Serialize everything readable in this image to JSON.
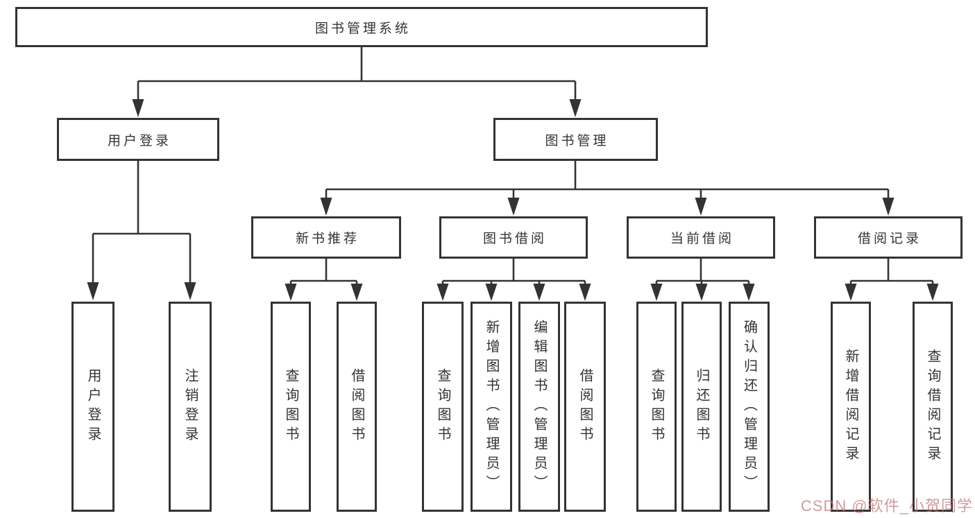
{
  "diagram_title": "图书管理系统",
  "nodes": {
    "root": "图书管理系统",
    "user_login": "用户登录",
    "book_mgmt": "图书管理",
    "new_book_rec": "新书推荐",
    "book_borrow": "图书借阅",
    "current_borrow": "当前借阅",
    "borrow_record": "借阅记录",
    "leaf_user_login": "用户登录",
    "leaf_logout": "注销登录",
    "leaf_nbr_query": "查询图书",
    "leaf_nbr_borrow": "借阅图书",
    "leaf_bb_query": "查询图书",
    "leaf_bb_add": "新增图书（管理员）",
    "leaf_bb_edit": "编辑图书（管理员）",
    "leaf_bb_borrow": "借阅图书",
    "leaf_cb_query": "查询图书",
    "leaf_cb_return": "归还图书",
    "leaf_cb_confirm": "确认归还（管理员）",
    "leaf_br_add": "新增借阅记录",
    "leaf_br_query": "查询借阅记录"
  },
  "tree": {
    "label": "图书管理系统",
    "children": [
      {
        "label": "用户登录",
        "children": [
          {
            "label": "用户登录"
          },
          {
            "label": "注销登录"
          }
        ]
      },
      {
        "label": "图书管理",
        "children": [
          {
            "label": "新书推荐",
            "children": [
              {
                "label": "查询图书"
              },
              {
                "label": "借阅图书"
              }
            ]
          },
          {
            "label": "图书借阅",
            "children": [
              {
                "label": "查询图书"
              },
              {
                "label": "新增图书（管理员）"
              },
              {
                "label": "编辑图书（管理员）"
              },
              {
                "label": "借阅图书"
              }
            ]
          },
          {
            "label": "当前借阅",
            "children": [
              {
                "label": "查询图书"
              },
              {
                "label": "归还图书"
              },
              {
                "label": "确认归还（管理员）"
              }
            ]
          },
          {
            "label": "借阅记录",
            "children": [
              {
                "label": "新增借阅记录"
              },
              {
                "label": "查询借阅记录"
              }
            ]
          }
        ]
      }
    ]
  },
  "watermark": {
    "text": "CSDN @软件_小贺同学"
  },
  "colors": {
    "box_border": "#333333",
    "connector_line": "#333333",
    "text": "#333333",
    "background": "#ffffff",
    "watermark": "#c37878"
  }
}
